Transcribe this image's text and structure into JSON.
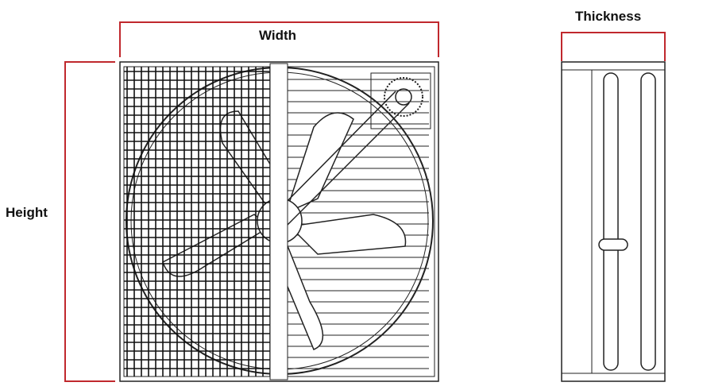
{
  "labels": {
    "width": "Width",
    "height": "Height",
    "thickness": "Thickness"
  },
  "colors": {
    "dimension_line": "#c0282d",
    "drawing": "#222222"
  }
}
